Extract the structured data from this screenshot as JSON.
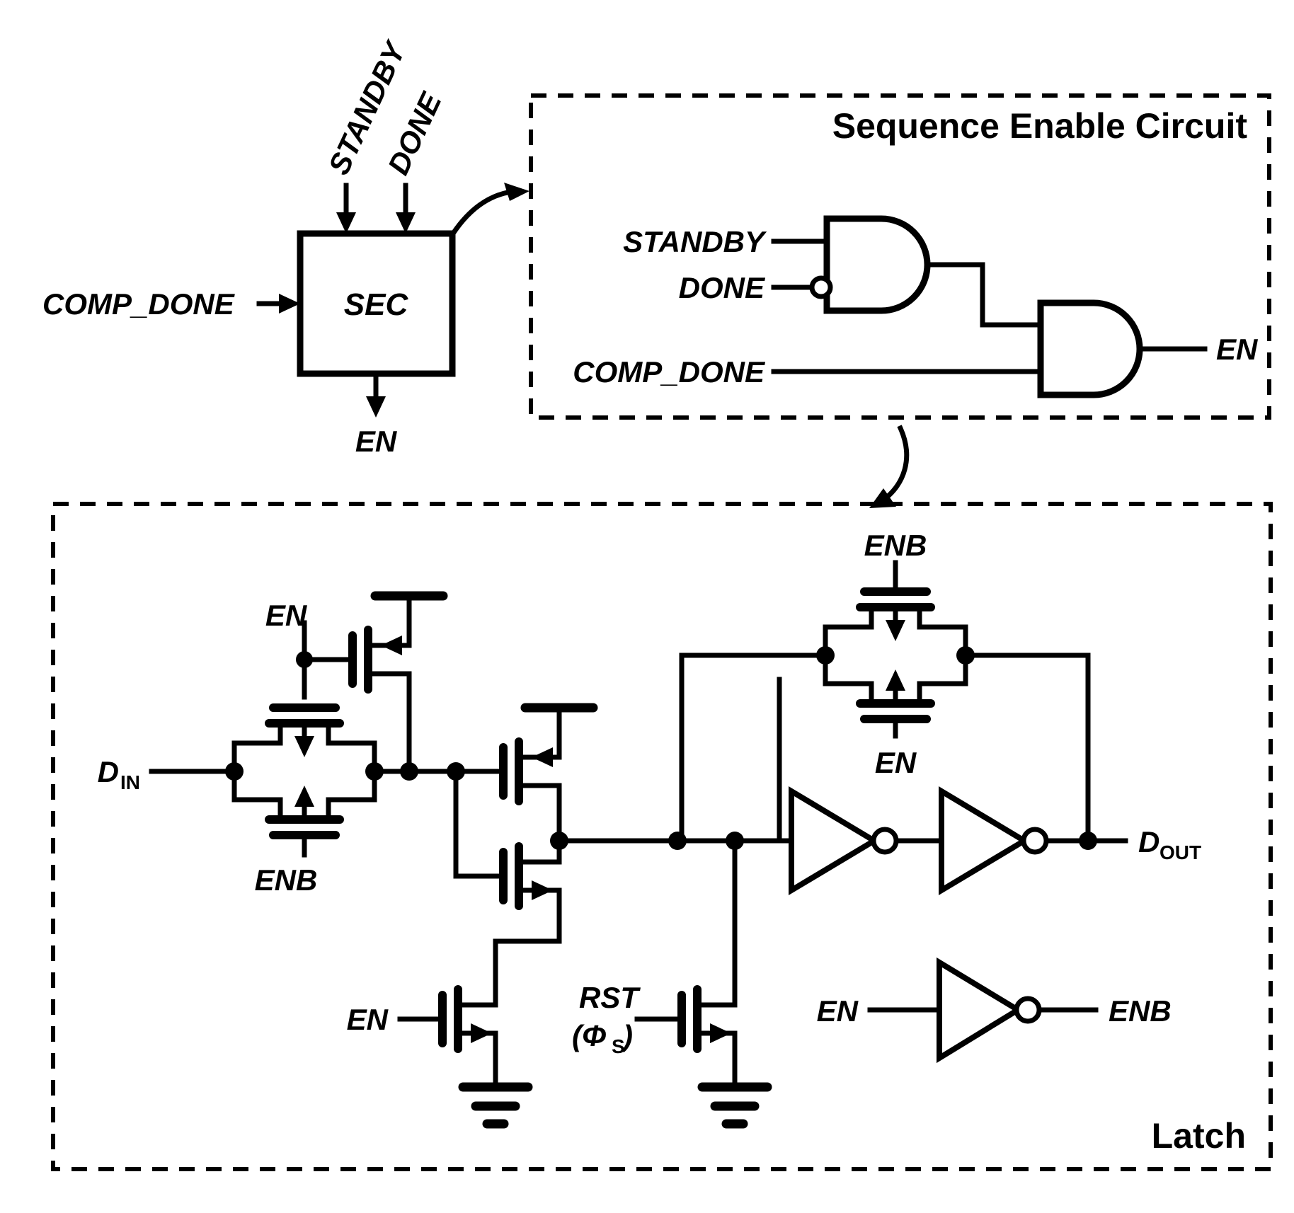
{
  "figure": {
    "type": "circuit-schematic",
    "title_blocks": {
      "sequence_enable_circuit": "Sequence Enable Circuit",
      "latch": "Latch"
    }
  },
  "block_diagram": {
    "block_label": "SEC",
    "inputs_top": [
      "STANDBY",
      "DONE"
    ],
    "input_left": "COMP_DONE",
    "output_bottom": "EN"
  },
  "sequence_enable_circuit": {
    "title": "Sequence Enable Circuit",
    "gate1": {
      "type": "and-gate",
      "inputs": [
        "STANDBY",
        "DONE"
      ],
      "inverted_inputs": [
        "DONE"
      ]
    },
    "gate2": {
      "type": "and-gate",
      "inputs": [
        "gate1-output",
        "COMP_DONE"
      ],
      "output": "EN"
    },
    "labels": {
      "standby": "STANDBY",
      "done": "DONE",
      "comp_done": "COMP_DONE",
      "en": "EN"
    }
  },
  "latch": {
    "title": "Latch",
    "labels": {
      "din": "D",
      "din_sub": "IN",
      "dout": "D",
      "dout_sub": "OUT",
      "en_tgate_top": "EN",
      "enb_tgate_bottom": "ENB",
      "enb_tgate2_top": "ENB",
      "en_tgate2_bottom": "EN",
      "en_footer": "EN",
      "rst": "RST",
      "rst_phase": "(Φ",
      "rst_phase_sub": "S",
      "rst_phase_close": ")",
      "en_inv_in": "EN",
      "enb_inv_out": "ENB"
    },
    "elements": [
      "input-transmission-gate",
      "pmos-pullup-en",
      "inverter-stack",
      "en-footer-nmos",
      "rst-nmos",
      "ground-1",
      "ground-2",
      "feedback-transmission-gate",
      "inverter-1",
      "inverter-2",
      "en-to-enb-inverter"
    ]
  },
  "colors": {
    "ink": "#000000",
    "background": "#ffffff"
  }
}
